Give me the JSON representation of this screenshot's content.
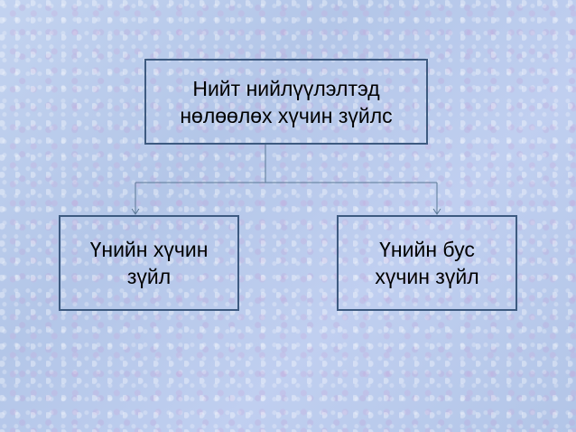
{
  "diagram": {
    "root": {
      "label": "Нийт нийлүүлэлтэд\nнөлөөлөх хүчин зүйлс"
    },
    "children": [
      {
        "label": "Үнийн хүчин\nзүйл"
      },
      {
        "label": "Үнийн бус\nхүчин зүйл"
      }
    ],
    "colors": {
      "border": "#3d5a80",
      "connector": "#5a7896",
      "background": "#b9cbea"
    }
  }
}
